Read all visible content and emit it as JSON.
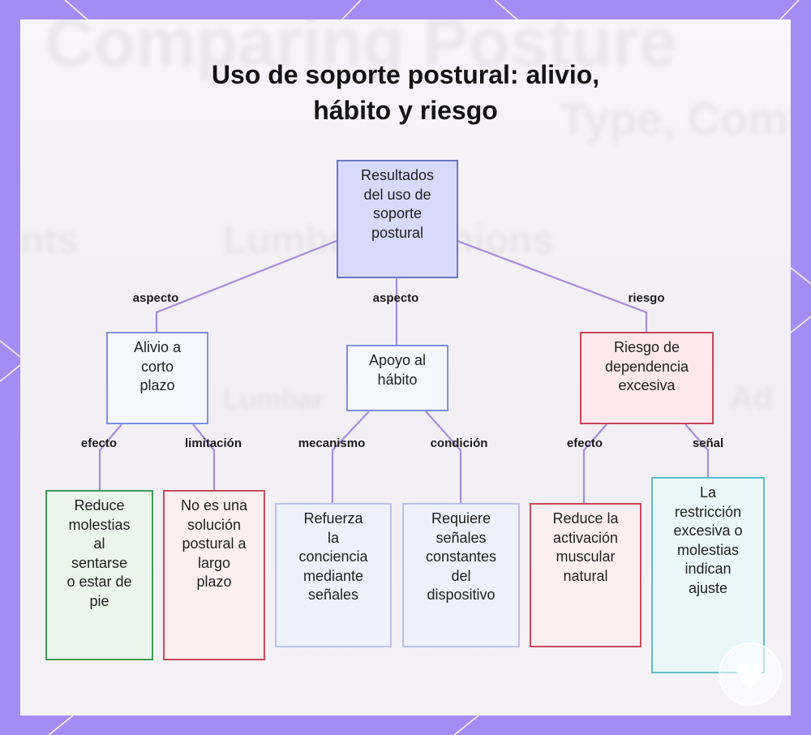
{
  "title_line1": "Uso de soporte postural: alivio,",
  "title_line2": "hábito y riesgo",
  "background_ghost_text": [
    "Comparing Posture",
    "Type, Comf",
    "nts",
    "Lumbar Cushions",
    "Lumbar",
    "Ad"
  ],
  "nodes": {
    "root": [
      "Resultados",
      "del uso de",
      "soporte",
      "postural"
    ],
    "alivio": [
      "Alivio a",
      "corto",
      "plazo"
    ],
    "apoyo": [
      "Apoyo al",
      "hábito"
    ],
    "riesgo": [
      "Riesgo de",
      "dependencia",
      "excesiva"
    ],
    "reduce_molestias": [
      "Reduce",
      "molestias",
      "al",
      "sentarse",
      "o estar de",
      "pie"
    ],
    "no_solucion": [
      "No es una",
      "solución",
      "postural a",
      "largo",
      "plazo"
    ],
    "refuerza": [
      "Refuerza",
      "la",
      "conciencia",
      "mediante",
      "señales"
    ],
    "requiere": [
      "Requiere",
      "señales",
      "constantes",
      "del",
      "dispositivo"
    ],
    "reduce_activacion": [
      "Reduce la",
      "activación",
      "muscular",
      "natural"
    ],
    "restriccion": [
      "La",
      "restricción",
      "excesiva o",
      "molestias",
      "indican",
      "ajuste"
    ]
  },
  "edge_labels": {
    "aspecto_left": "aspecto",
    "aspecto_mid": "aspecto",
    "riesgo": "riesgo",
    "efecto_left": "efecto",
    "limitacion": "limitación",
    "mecanismo": "mecanismo",
    "condicion": "condición",
    "efecto_right": "efecto",
    "senal": "señal"
  },
  "colors": {
    "frame": "#a48cf4",
    "frame_accent": "#ffffff",
    "edge": "#a78ce0",
    "root_fill": "#d7dafd",
    "risk_border": "#c4455a",
    "effect_border": "#3f9a55",
    "signal_border": "#5ebfcf"
  }
}
